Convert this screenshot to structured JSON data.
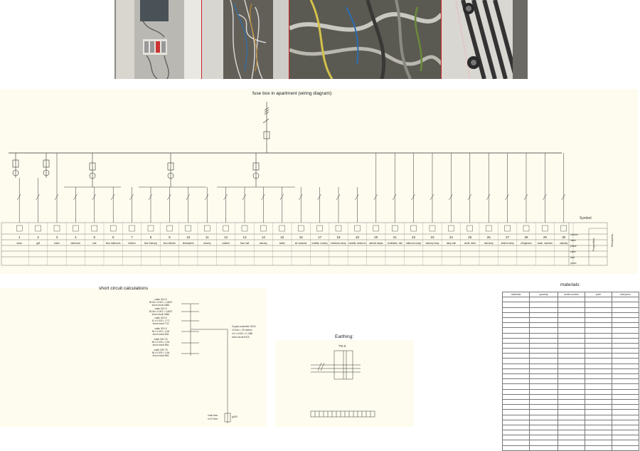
{
  "photos": [
    {
      "name": "open-fuse-box-photo"
    },
    {
      "name": "wiring-detail-photo-1"
    },
    {
      "name": "wiring-detail-photo-2"
    },
    {
      "name": "cable-clamp-photo"
    }
  ],
  "wiring": {
    "title": "fuse box in apartment (wiring diagram):",
    "side_labels": {
      "symbol": "Symbol",
      "properties": "Properties",
      "receptors": "Receptors"
    },
    "row_labels": [
      "number",
      "name",
      "phase",
      "cable",
      "load",
      "power"
    ],
    "circuits": [
      {
        "number": "1",
        "name": "stove"
      },
      {
        "number": "2",
        "name": "grill"
      },
      {
        "number": "3",
        "name": "boiler"
      },
      {
        "number": "4",
        "name": "bathroom"
      },
      {
        "number": "5",
        "name": "hall"
      },
      {
        "number": "6",
        "name": "floor bathroom"
      },
      {
        "number": "7",
        "name": "kitchen"
      },
      {
        "number": "8",
        "name": "floor balcony"
      },
      {
        "number": "9",
        "name": "floor kitchen"
      },
      {
        "number": "10",
        "name": "dishwasher"
      },
      {
        "number": "11",
        "name": "nursery"
      },
      {
        "number": "12",
        "name": "cabinet"
      },
      {
        "number": "13",
        "name": "floor hall"
      },
      {
        "number": "14",
        "name": "balcony"
      },
      {
        "number": "15",
        "name": "kettle"
      },
      {
        "number": "16",
        "name": "air extractor"
      },
      {
        "number": "17",
        "name": "ventilat. nursery"
      },
      {
        "number": "18",
        "name": "bathroom lamp"
      },
      {
        "number": "19",
        "name": "ventilat. bedroom"
      },
      {
        "number": "20",
        "name": "cabinet lamps"
      },
      {
        "number": "21",
        "name": "ventilation, hall"
      },
      {
        "number": "22",
        "name": "bathroom lamp"
      },
      {
        "number": "23",
        "name": "balcony lamp"
      },
      {
        "number": "24",
        "name": "lamp hall"
      },
      {
        "number": "25",
        "name": "ventil. toilet"
      },
      {
        "number": "26",
        "name": "hall lamp"
      },
      {
        "number": "27",
        "name": "kitchen lamp"
      },
      {
        "number": "28",
        "name": "refrigerator"
      },
      {
        "number": "29",
        "name": "wash. machine"
      },
      {
        "number": "30",
        "name": "standby"
      }
    ]
  },
  "short_circuit": {
    "title": "short circuit calculations",
    "labels": [
      {
        "lines": [
          "cable 3G1.5",
          "28.56 x 0.003 = 1.8637",
          "short circuit 188A"
        ]
      },
      {
        "lines": [
          "cable 3G1.5",
          "28.56 x 0.003 = 1.8637",
          "short circuit 188A"
        ]
      },
      {
        "lines": [
          "cable 3G1.5",
          "42 x 0.003 = 2.72",
          "short circuit 77A"
        ]
      },
      {
        "lines": [
          "cable 3G1.5",
          "56 x 0.003 = 3.64",
          "short circuit 59A"
        ]
      },
      {
        "lines": [
          "cable 3G2.75",
          "56 x 0.003 = 2.54",
          "short circuit 59A"
        ]
      },
      {
        "lines": [
          "cable 3G2.75",
          "56 x 0.003 = 3.64",
          "short circuit 59A"
        ]
      }
    ],
    "riser_label": [
      "Copper powerline 3G10",
      "12 floor = 32 meters",
      "4.2 x 0.003 = 0.1386",
      "short circuit 947A"
    ],
    "main_fuse": [
      "main fuse",
      "of 12 floor"
    ],
    "main_fuse_rating": "gG63"
  },
  "earthing": {
    "title": "Earthing:",
    "system": "TN-S"
  },
  "materials": {
    "title": "materials:",
    "headers": [
      "materials",
      "quantity",
      "serial number",
      "price",
      "total price"
    ]
  },
  "colors": {
    "panel_bg": "#fefcef",
    "line": "#333333",
    "grid": "#888888"
  }
}
